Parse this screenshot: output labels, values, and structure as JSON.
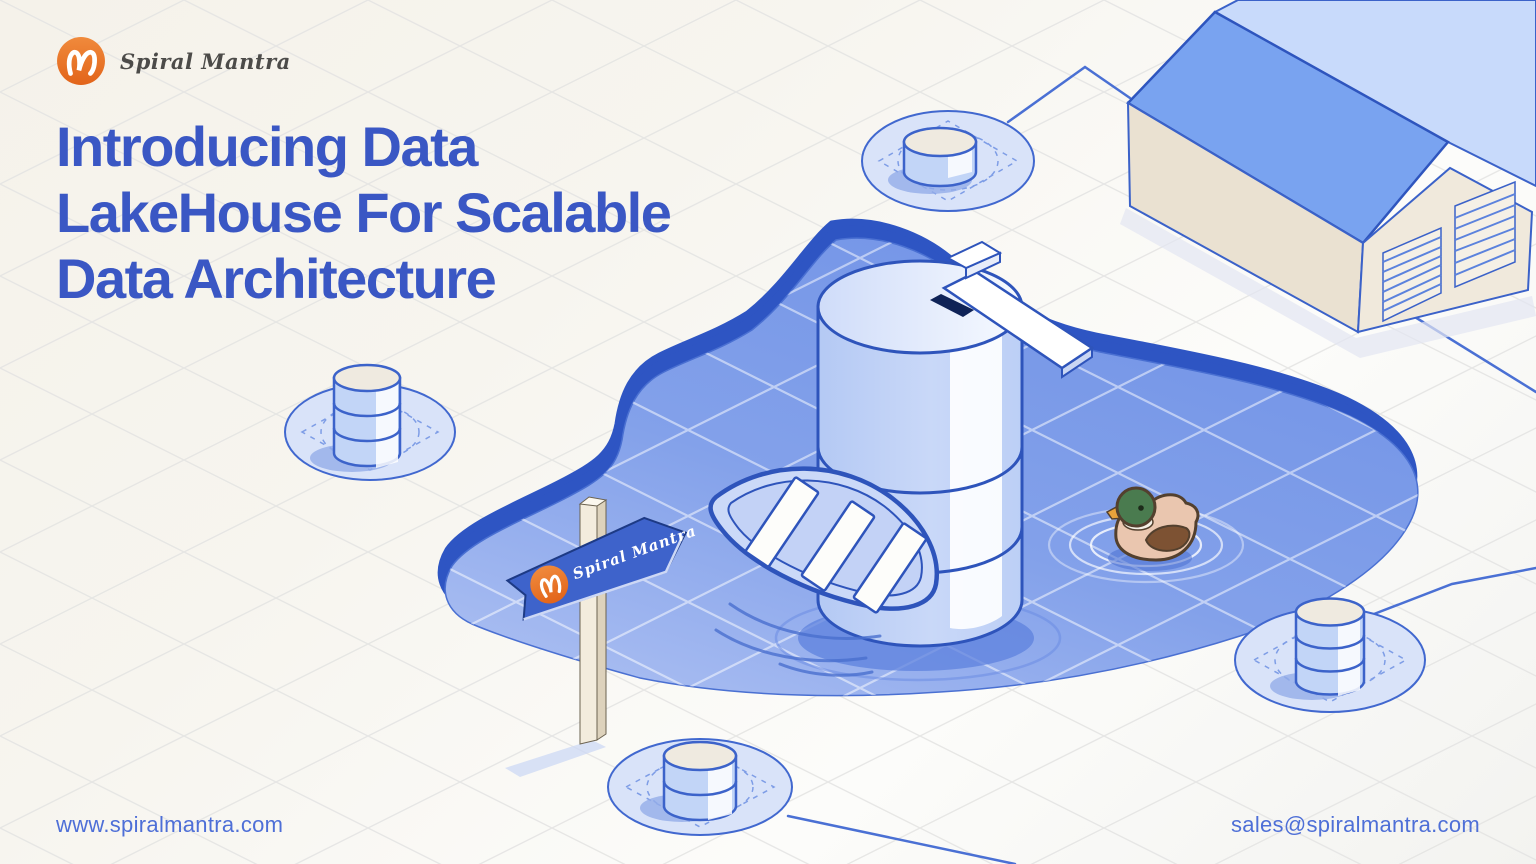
{
  "brand": {
    "name": "Spiral Mantra"
  },
  "heading": {
    "lines": [
      "Introducing Data",
      "LakeHouse For Scalable",
      "Data Architecture"
    ],
    "color": "#3A57C4"
  },
  "footer": {
    "website": "www.spiralmantra.com",
    "email": "sales@spiralmantra.com"
  },
  "illustration": {
    "signpost_label": "Spiral Mantra",
    "scene_elements": [
      "data-lakehouse-cylinder",
      "diving-board",
      "lake",
      "rowboat",
      "mallard-duck",
      "signpost",
      "warehouse",
      "database-node-top",
      "database-node-left",
      "database-node-right",
      "database-node-bottom",
      "network-connector-lines",
      "isometric-grid"
    ],
    "colors": {
      "logo_orange": "#E8731F",
      "heading_blue": "#3A57C4",
      "link_blue": "#4E6FD7",
      "lake_surface": "#7E9DEA",
      "lake_rim": "#2E55C3",
      "outline_blue": "#2E54BB",
      "sign_blue": "#3E63CB",
      "roof_blue": "#79A3F0",
      "roof_light": "#C8DAFB",
      "wall_cream": "#EDE5D6",
      "cylinder_body": "#C2D5F7",
      "cylinder_top_cream": "#EFEAE0",
      "duck_head_green": "#4A7B4F",
      "duck_body_tan": "#EAC6AF",
      "duck_wing_brown": "#7D5233",
      "duck_beak_orange": "#E9A23B"
    }
  }
}
